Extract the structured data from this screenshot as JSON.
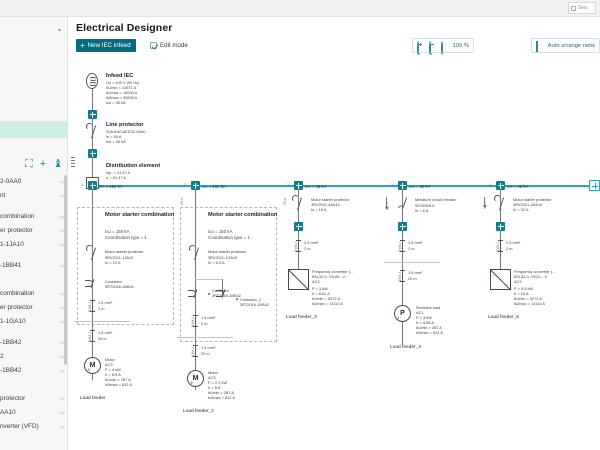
{
  "topbar": {
    "search_placeholder": "Sea",
    "search_icon": "search-icon"
  },
  "left_panel": {
    "pin_icon": "pin-icon",
    "toolbar": [
      {
        "name": "new-folder-icon",
        "glyph": "▤"
      },
      {
        "name": "add-icon",
        "glyph": "+"
      },
      {
        "name": "collapse-all-icon",
        "glyph": "⨅"
      }
    ],
    "rows": [
      "2-0AA0",
      "nt",
      "",
      "combination",
      "er protector",
      "1-1JA10",
      "",
      "-1BB41",
      "",
      "",
      "combination",
      "er protector",
      "1-1GA10",
      "",
      "-1BB42",
      "2",
      "-1BB42",
      "",
      "",
      "protector",
      "AA10",
      "nverter (VFD)"
    ]
  },
  "header": {
    "title": "Electrical Designer",
    "new_infeed_label": "New IEC infeed",
    "new_infeed_icon": "plus-icon",
    "edit_mode_label": "Edit mode",
    "edit_mode_checked": true,
    "zoom_in_icon": "zoom-in-icon",
    "zoom_out_icon": "zoom-out-icon",
    "zoom_reset_icon": "reset-zoom-icon",
    "zoom_level": "100 %",
    "arrange_icon": "auto-arrange-icon",
    "arrange_label": "Auto arrange netw"
  },
  "diagram": {
    "busbar_end_icon": "add-node-icon",
    "infeed": {
      "symbol": "infeed-transformer-symbol",
      "title": "Infeed IEC",
      "lines": [
        "Un = 400 V (50 Hz)",
        "Ik1min = 13571 A",
        "Ik1max = 15000 A",
        "Ik3max = 30000 A",
        "Icu = 30 kA"
      ]
    },
    "line_protector": {
      "symbol": "circuit-breaker-symbol",
      "title": "Line protector",
      "lines": [
        "3VA1040-6ED32-0AA0",
        "In = 50 A",
        "Icu = 36 kA"
      ]
    },
    "distribution": {
      "symbol": "distribution-element-symbol",
      "title": "Distribution element",
      "lines": [
        "Iop. = 41.47 A",
        "Ir = 41.47 A"
      ]
    },
    "tap_labels": [
      "Icc = 150 kA",
      "Icc = 150 kA",
      "Icc = 35 kA",
      "Icc = 30 kA",
      "Icc = 35 kA"
    ],
    "feeders": [
      {
        "name": "Load feeder",
        "group_title": "Motor starter combination",
        "group_lines": [
          "Icu = 150 kA",
          "Coordination type = 1"
        ],
        "protector_title": "Motor starter protector",
        "protector_lines": [
          "3RV2011-1JA10",
          "In = 10 A"
        ],
        "contactor_title": "Contactor",
        "contactor_lines": [
          "3RT2016-1BB41"
        ],
        "cables": [
          {
            "size": "1.5 mm²",
            "len": "2 m"
          },
          {
            "size": "1.5 mm²",
            "len": "20 m"
          }
        ],
        "load_symbol": "motor-symbol",
        "load_title": "Motor",
        "load_lines": [
          "AC3",
          "P = 4 kW",
          "Ir = 8.5 A",
          "Ik1min = 287 A",
          "Ik3max = 812 A"
        ]
      },
      {
        "name": "Load feeder_2",
        "group_title": "Motor starter combination",
        "group_lines": [
          "Icu = 150 kA",
          "Coordination type = 1"
        ],
        "protector_title": "Motor starter protector",
        "protector_lines": [
          "3RV2011-1GA10",
          "In = 6.3 A"
        ],
        "contactor_title": "Contactor",
        "contactor_lines": [
          "3RT2016-1BB42"
        ],
        "contactor2_title": "Contactor_2",
        "contactor2_lines": [
          "3RT2016-1BB42"
        ],
        "cables": [
          {
            "size": "1.5 mm²",
            "len": "2 m"
          },
          {
            "size": "1.5 mm²",
            "len": "20 m"
          }
        ],
        "load_symbol": "motor-symbol",
        "load_title": "Motor",
        "load_lines": [
          "AC3",
          "P = 2.2 kW",
          "Ir = 5 A",
          "Ik1min = 287 A",
          "Ik3max = 812 A"
        ]
      },
      {
        "name": "Load feeder_3",
        "protector_title": "Motor starter protector",
        "protector_lines": [
          "3RV2011-4AA10",
          "In = 16 A"
        ],
        "cables": [
          {
            "size": "2.5 mm²",
            "len": "2 m"
          }
        ],
        "load_symbol": "frequency-converter-symbol",
        "load_title": "Frequency converter (...",
        "load_lines": [
          "6SL32.0-.YE1B-...0",
          "AC3",
          "P = 3 kW",
          "Ir = 8.62 A",
          "Ik1min = 5272 A",
          "Ik2max = 14110 A"
        ]
      },
      {
        "name": "Load feeder_4",
        "protector_title": "Miniature circuit breaker",
        "protector_lines": [
          "5SY6306-6",
          "In = 6 A"
        ],
        "cables": [
          {
            "size": "1.5 mm²",
            "len": "2 m"
          },
          {
            "size": "1.5 mm²",
            "len": "20 m"
          }
        ],
        "load_symbol": "resistive-load-symbol",
        "load_title": "Resistive load",
        "load_lines": [
          "AC1",
          "P = 3 kW",
          "Ir = 4.58 A",
          "Ik1min = 287 A",
          "Ik3max = 812 A"
        ]
      },
      {
        "name": "Load feeder_5",
        "protector_title": "Motor starter protector",
        "protector_lines": [
          "3RV2021-4DA10",
          "In = 32 A"
        ],
        "cables": [
          {
            "size": "2.5 mm²",
            "len": "2 m"
          }
        ],
        "load_symbol": "frequency-converter-symbol",
        "load_title": "Frequency converter (...",
        "load_lines": [
          "6SL32.0-.YE22-...0",
          "AC3",
          "P = 5.5 kW",
          "Ir = 15 A",
          "Ik1min = 5272 A",
          "Ik2max = 14110 A"
        ]
      }
    ]
  },
  "colors": {
    "accent": "#006d82",
    "bus": "#2aa6b8",
    "node": "#0f7f90",
    "select": "#cdeee7"
  }
}
